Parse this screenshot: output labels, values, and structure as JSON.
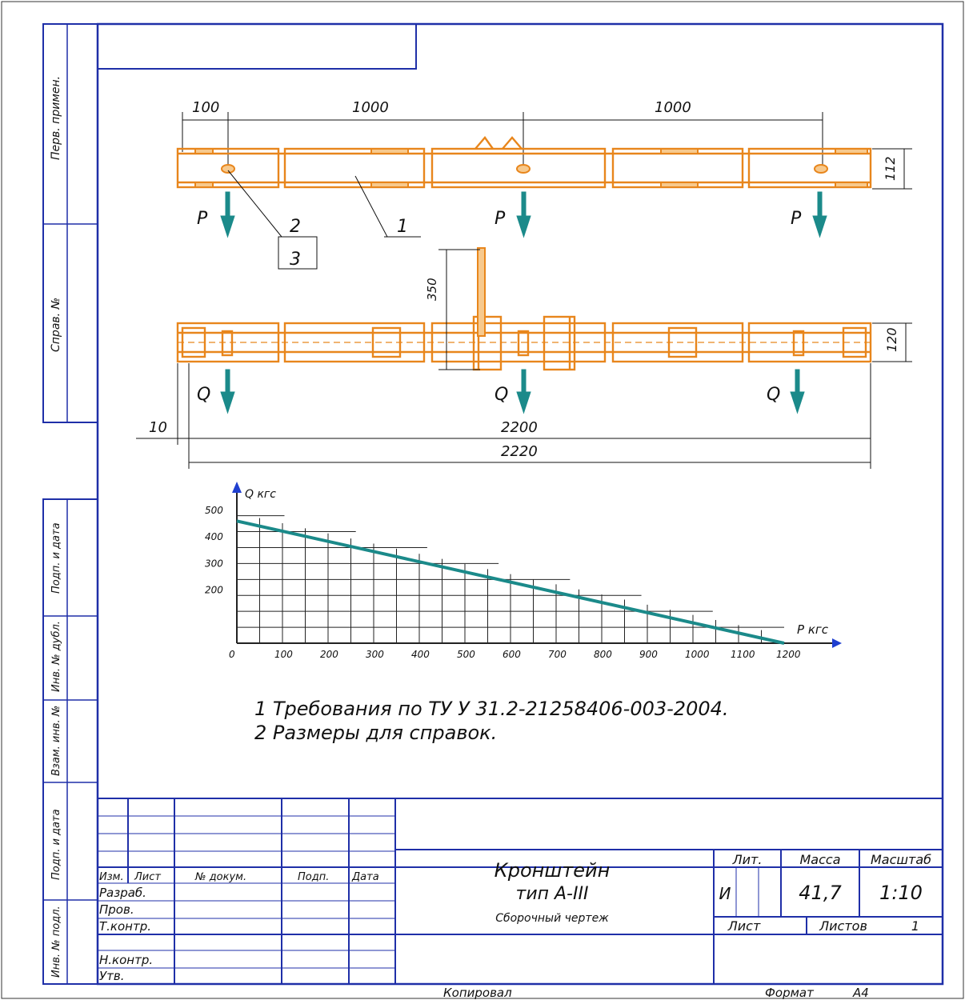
{
  "side_columns": {
    "top": [
      "Перв. примен.",
      "Справ. №"
    ],
    "bottom": [
      "Подп. и дата",
      "Инв. № дубл.",
      "Взам. инв. №",
      "Подп. и дата",
      "Инв. № подл."
    ]
  },
  "top_view": {
    "dims": [
      "100",
      "1000",
      "1000"
    ],
    "height_dim": "112",
    "load_label": "P",
    "callouts": [
      "2",
      "3",
      "1"
    ]
  },
  "bottom_view": {
    "height_dim": "120",
    "post_dim": "350",
    "load_label": "Q",
    "offset_dim": "10",
    "inner_length": "2200",
    "overall_length": "2220"
  },
  "chart_data": {
    "type": "line",
    "ylabel": "Q кгс",
    "xlabel": "P кгс",
    "y_ticks": [
      "500",
      "400",
      "300",
      "200"
    ],
    "x_ticks": [
      "0",
      "100",
      "200",
      "300",
      "400",
      "500",
      "600",
      "700",
      "800",
      "900",
      "1000",
      "1100",
      "1200"
    ],
    "xlim": [
      0,
      1200
    ],
    "ylim": [
      0,
      500
    ],
    "grid": true,
    "x": [
      0,
      1200
    ],
    "y": [
      460,
      0
    ]
  },
  "notes": [
    "1 Требования по ТУ У 31.2-21258406-003-2004.",
    "2 Размеры для справок."
  ],
  "title_block": {
    "headers": [
      "Изм.",
      "Лист",
      "№ докум.",
      "Подп.",
      "Дата"
    ],
    "roles": [
      "Разраб.",
      "Пров.",
      "Т.контр.",
      "Н.контр.",
      "Утв."
    ],
    "title_line1": "Кронштейн",
    "title_line2": "тип А-III",
    "doc_type": "Сборочный чертеж",
    "lit_label": "Лит.",
    "mass_label": "Масса",
    "scale_label": "Масштаб",
    "lit_value": "И",
    "mass_value": "41,7",
    "scale_value": "1:10",
    "sheet_label": "Лист",
    "sheets_label": "Листов",
    "sheets_value": "1"
  },
  "footer": {
    "copied": "Копировал",
    "format_label": "Формат",
    "format_value": "А4"
  },
  "colors": {
    "frame": "#1f2fa8",
    "part": "#e8861c",
    "arrow": "#1b8a8a"
  }
}
